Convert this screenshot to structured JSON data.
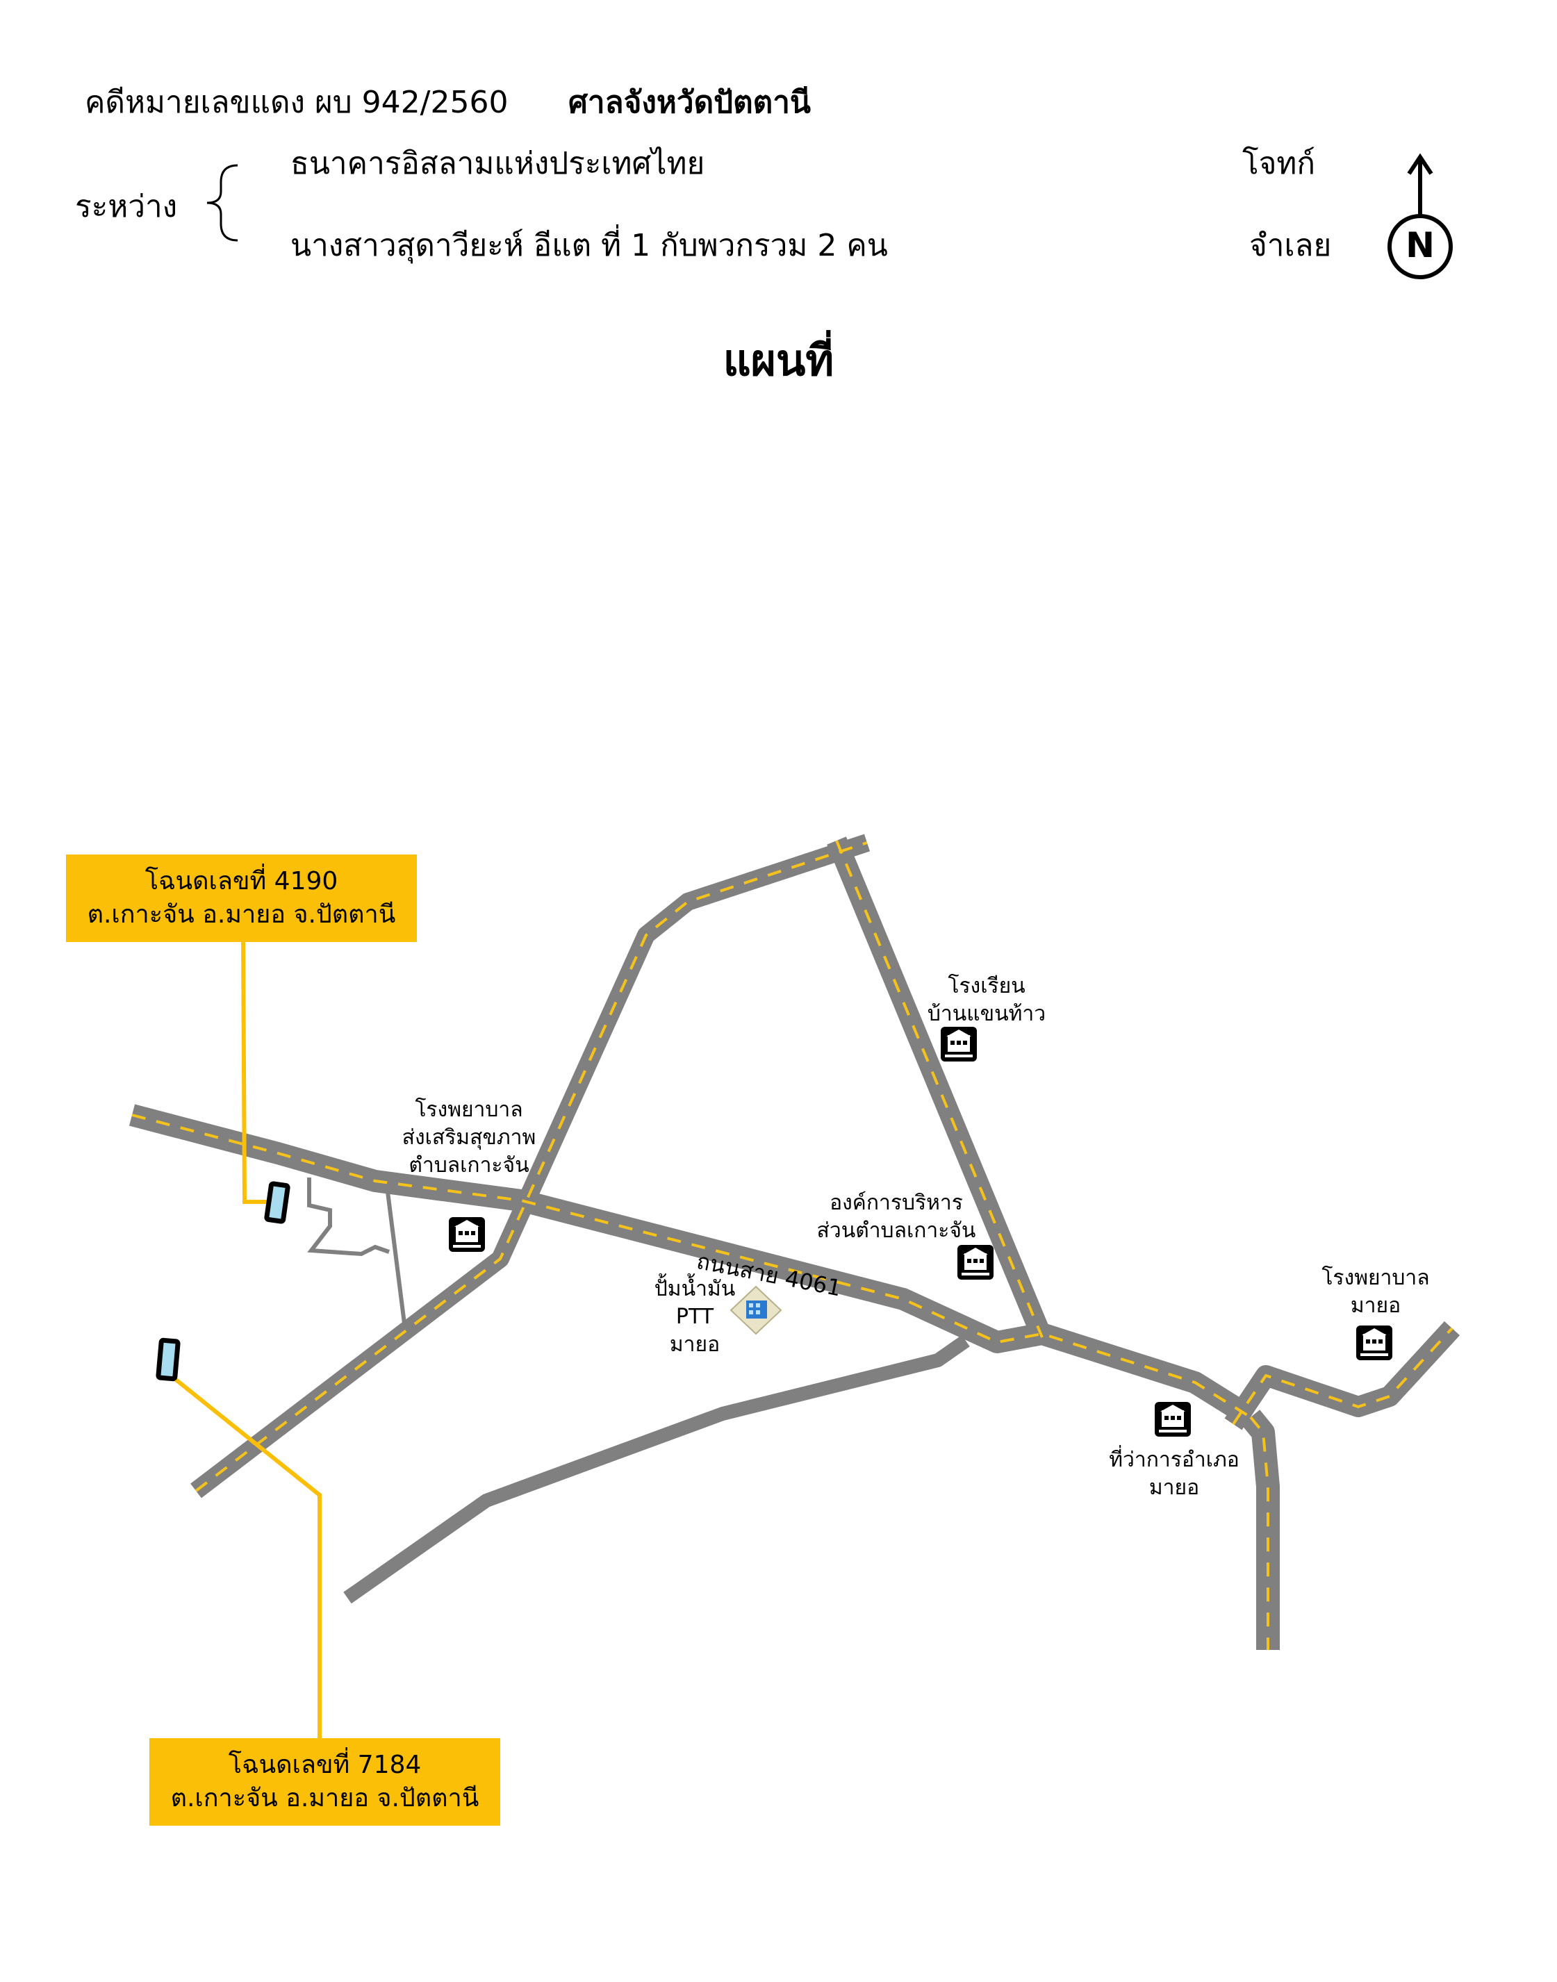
{
  "header": {
    "case_text": "คดีหมายเลขแดง ผบ 942/2560",
    "court": "ศาลจังหวัดปัตตานี",
    "between_label": "ระหว่าง",
    "plaintiff_name": "ธนาคารอิสลามแห่งประเทศไทย",
    "plaintiff_role": "โจทก์",
    "defendant_name": "นางสาวสุดาวียะห์   อีแต   ที่ 1 กับพวกรวม 2 คน",
    "defendant_role": "จำเลย",
    "north_letter": "N"
  },
  "title": "แผนที่",
  "map": {
    "road_label": "ถนนสาย 4061",
    "deeds": [
      {
        "line1": "โฉนดเลขที่ 4190",
        "line2": "ต.เกาะจัน อ.มายอ จ.ปัตตานี"
      },
      {
        "line1": "โฉนดเลขที่ 7184",
        "line2": "ต.เกาะจัน อ.มายอ จ.ปัตตานี"
      }
    ],
    "landmarks": {
      "school": [
        "โรงเรียน",
        "บ้านแขนท้าว"
      ],
      "health_hospital": [
        "โรงพยาบาล",
        "ส่งเสริมสุขภาพ",
        "ตำบลเกาะจัน"
      ],
      "tao": [
        "องค์การบริหาร",
        "ส่วนตำบลเกาะจัน"
      ],
      "gas_station": [
        "ปั้มน้ำมัน",
        "PTT",
        "มายอ"
      ],
      "mayo_hospital": [
        "โรงพยาบาล",
        "มายอ"
      ],
      "district_office": [
        "ที่ว่าการอำเภอ",
        "มายอ"
      ]
    },
    "colors": {
      "road": "#808080",
      "road_center_dash": "#f5c21b",
      "deed_box": "#fcbf07",
      "parcel_marker": "#a8dcef"
    }
  }
}
